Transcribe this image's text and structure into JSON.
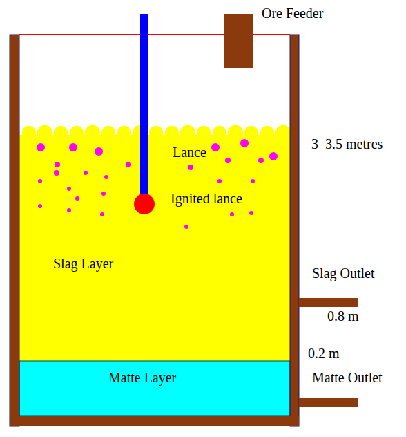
{
  "diagram": {
    "nodes": [
      {
        "text": [
          "Slag Layer"
        ]
      },
      {
        "text": [
          "Matte Layer"
        ]
      }
    ],
    "labels": [
      "Ore Feeder",
      "3–3.5 metres",
      "Lance",
      "Ignited lance",
      "Slag Outlet",
      "0.8 m",
      "0.2 m",
      "Matte Outlet"
    ]
  }
}
